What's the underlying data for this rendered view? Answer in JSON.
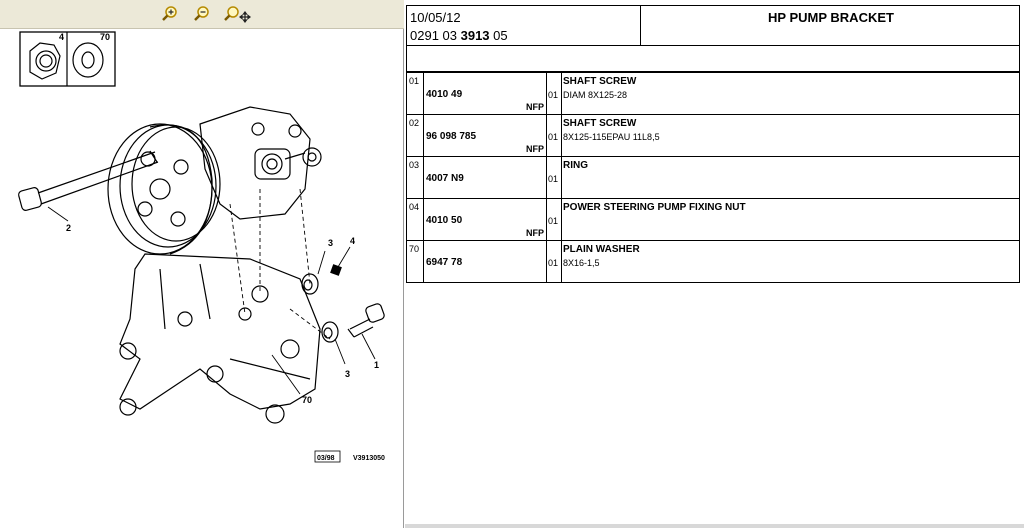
{
  "diagram": {
    "callouts": [
      "4",
      "70",
      "2",
      "3",
      "4",
      "3",
      "1",
      "70"
    ],
    "date_stamp": "03/98",
    "drawing_ref": "V3913050"
  },
  "header": {
    "date": "10/05/12",
    "ref_prefix": "0291 03 ",
    "ref_bold": "3913",
    "ref_suffix": " 05",
    "title": "HP PUMP BRACKET"
  },
  "parts": [
    {
      "item": "01",
      "ref": "4010 49",
      "nfp": "NFP",
      "qty": "01",
      "desc": "SHAFT SCREW",
      "spec": "DIAM 8X125-28"
    },
    {
      "item": "02",
      "ref": "96 098 785",
      "nfp": "NFP",
      "qty": "01",
      "desc": "SHAFT SCREW",
      "spec": "8X125-115EPAU 11L8,5"
    },
    {
      "item": "03",
      "ref": "4007 N9",
      "nfp": "",
      "qty": "01",
      "desc": "RING",
      "spec": ""
    },
    {
      "item": "04",
      "ref": "4010 50",
      "nfp": "NFP",
      "qty": "01",
      "desc": "POWER STEERING PUMP FIXING NUT",
      "spec": ""
    },
    {
      "item": "70",
      "ref": "6947 78",
      "nfp": "",
      "qty": "01",
      "desc": "PLAIN WASHER",
      "spec": "8X16-1,5"
    }
  ],
  "icons": {
    "zoom_in": "zoom-in-icon",
    "zoom_out": "zoom-out-icon",
    "zoom_pan": "zoom-pan-icon"
  }
}
